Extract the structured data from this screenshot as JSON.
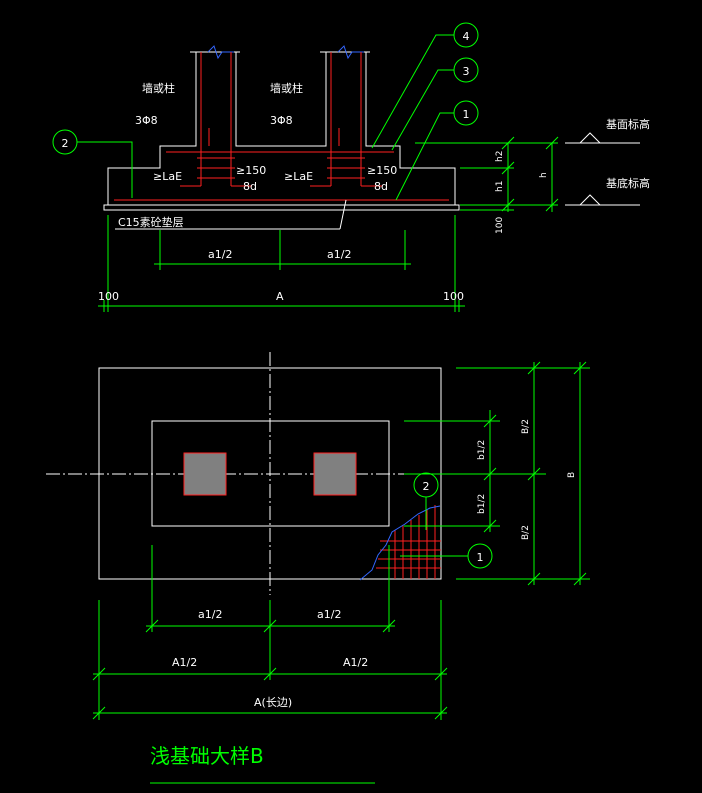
{
  "title": "浅基础大样B",
  "colors": {
    "background": "#000000",
    "dimension": "#00ff00",
    "outline": "#ffffff",
    "rebar": "#ff2020",
    "column_fill": "#808080",
    "callout": "#00ff00",
    "hatch_edge": "#3366ff"
  },
  "section": {
    "labels": {
      "column_left": "墙或柱",
      "column_right": "墙或柱",
      "stirrup_left": "3Φ8",
      "stirrup_right": "3Φ8",
      "lae_left": "≥LaE",
      "lae_right": "≥LaE",
      "ge150_left": "≥150",
      "ge150_right": "≥150",
      "d8_left": "8d",
      "d8_right": "8d",
      "cushion": "C15素砼垫层",
      "top_elev": "基面标高",
      "bottom_elev": "基底标高"
    },
    "dims": {
      "a1_half_left": "a1/2",
      "a1_half_right": "a1/2",
      "offset_left": "100",
      "total": "A",
      "offset_right": "100",
      "h2": "h2",
      "h1": "h1",
      "h": "h",
      "pad": "100"
    },
    "callouts": [
      "4",
      "3",
      "1",
      "2"
    ]
  },
  "plan": {
    "dims": {
      "a1_half_left": "a1/2",
      "a1_half_right": "a1/2",
      "A_half_left": "A1/2",
      "A_half_right": "A1/2",
      "A_total": "A(长边)",
      "b1_half_top": "b1/2",
      "b1_half_bottom": "b1/2",
      "B_half_top": "B/2",
      "B_half_bottom": "B/2",
      "B_total": "B"
    },
    "callouts": [
      "2",
      "1"
    ]
  }
}
